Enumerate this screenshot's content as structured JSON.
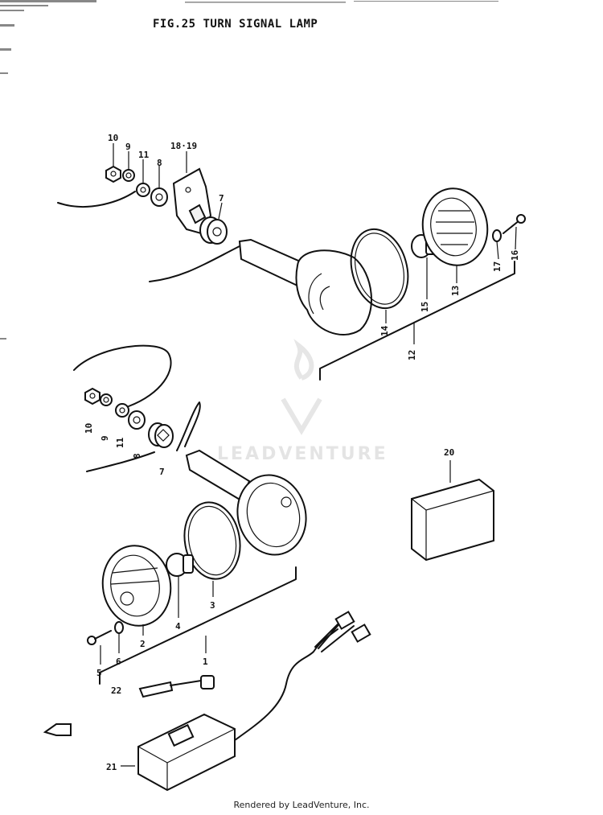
{
  "title": "FIG.25  TURN SIGNAL LAMP",
  "footer": "Rendered by LeadVenture, Inc.",
  "watermark": "LEADVENTURE",
  "labels": {
    "p10a": "10",
    "p9a": "9",
    "p11a": "11",
    "p8a": "8",
    "p1819": "18·19",
    "p7a": "7",
    "p14": "14",
    "p15": "15",
    "p13": "13",
    "p17": "17",
    "p16": "16",
    "p12": "12",
    "p10b": "10",
    "p9b": "9",
    "p11b": "11",
    "p8b": "8",
    "p7b": "7",
    "p20": "20",
    "p3": "3",
    "p4": "4",
    "p2": "2",
    "p1": "1",
    "p5": "5",
    "p6": "6",
    "p22": "22",
    "p21": "21"
  },
  "colors": {
    "ink": "#111111",
    "watermark": "#e4e4e4"
  }
}
